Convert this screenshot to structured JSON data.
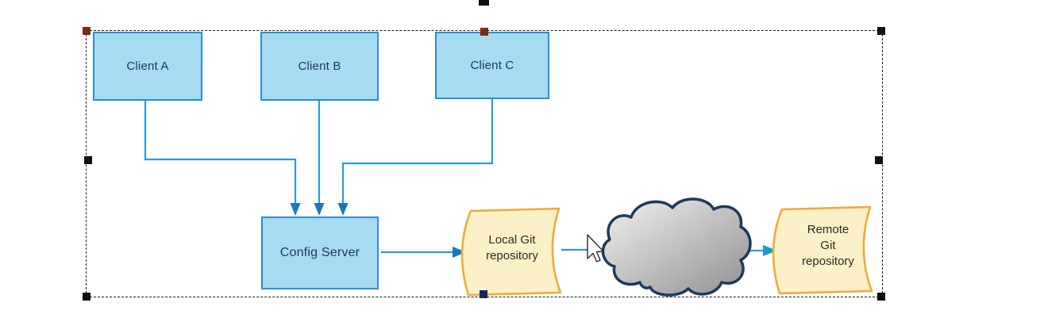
{
  "diagram": {
    "title": "Spring Cloud Config architecture diagram (selected object on slide)",
    "nodes": {
      "client_a": {
        "label": "Client A",
        "type": "box"
      },
      "client_b": {
        "label": "Client B",
        "type": "box"
      },
      "client_c": {
        "label": "Client C",
        "type": "box"
      },
      "config_server": {
        "label": "Config Server",
        "type": "box"
      },
      "local_repo": {
        "label_line1": "Local Git",
        "label_line2": "repository",
        "type": "curved-document"
      },
      "remote_repo": {
        "label_line1": "Remote",
        "label_line2": "Git",
        "label_line3": "repository",
        "type": "curved-document"
      },
      "internet_cloud": {
        "label": "",
        "type": "cloud"
      }
    },
    "connectors": [
      {
        "from": "client_a",
        "to": "config_server",
        "style": "elbow-arrow"
      },
      {
        "from": "client_b",
        "to": "config_server",
        "style": "straight-arrow"
      },
      {
        "from": "client_c",
        "to": "config_server",
        "style": "elbow-arrow"
      },
      {
        "from": "config_server",
        "to": "local_repo",
        "style": "straight-arrow"
      },
      {
        "from": "local_repo",
        "to": "internet_cloud",
        "style": "straight-arrow"
      },
      {
        "from": "internet_cloud",
        "to": "remote_repo",
        "style": "straight-arrow"
      }
    ],
    "colors": {
      "box_fill": "#a7dbf2",
      "box_border": "#2b8fd0",
      "connector_line": "#2b9bd7",
      "arrowhead": "#1a77be",
      "box_text": "#1b3a63",
      "repo_fill": "#fbf0c8",
      "repo_border": "#eeaa3b",
      "repo_text": "#2f2c26",
      "cloud_border": "#1d3a5c",
      "cloud_fill_light": "#f2f2f2",
      "cloud_fill_dark": "#8f8f8f"
    }
  },
  "selection": {
    "selected": true,
    "handles": [
      "top-left",
      "top-center",
      "top-right",
      "middle-left",
      "middle-right",
      "bottom-left",
      "bottom-center",
      "bottom-right"
    ]
  },
  "cursor": {
    "type": "arrow-pointer"
  }
}
